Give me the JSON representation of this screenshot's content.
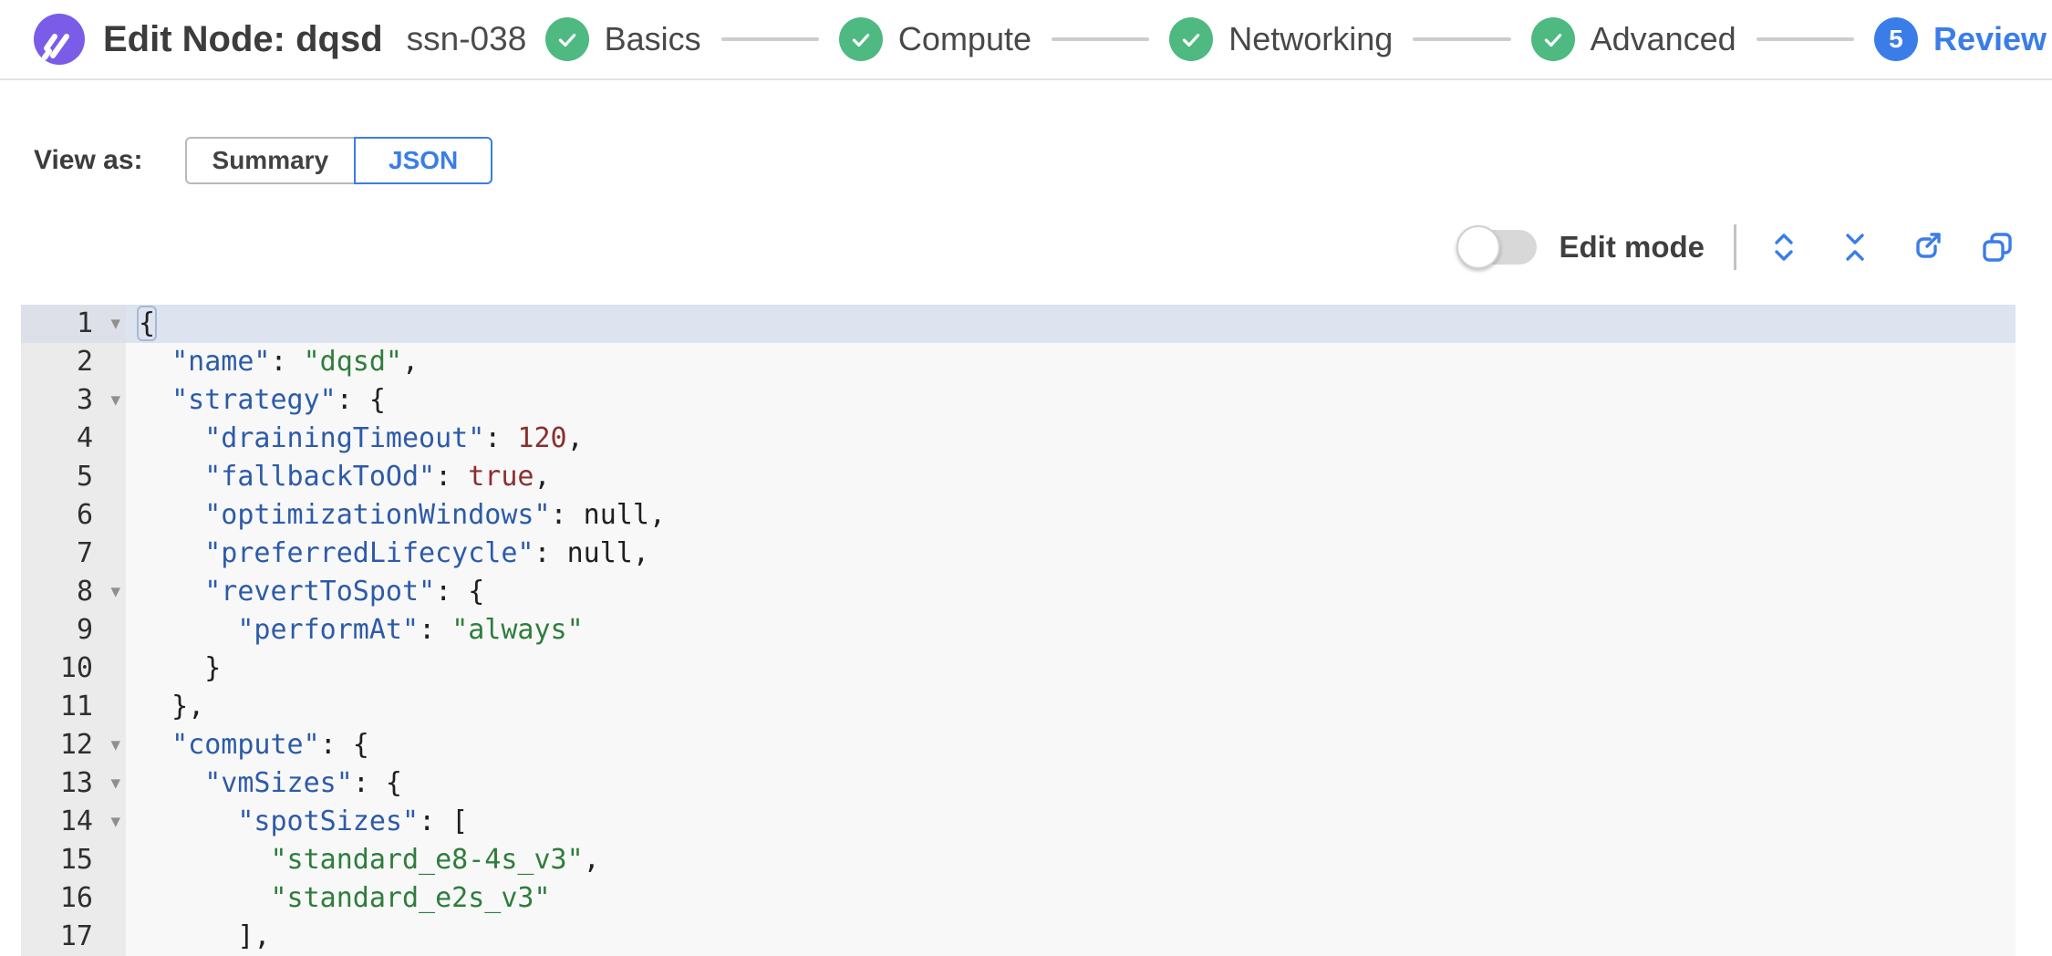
{
  "header": {
    "title": "Edit Node: dqsd",
    "subtitle": "ssn-038",
    "steps": [
      {
        "label": "Basics",
        "state": "complete"
      },
      {
        "label": "Compute",
        "state": "complete"
      },
      {
        "label": "Networking",
        "state": "complete"
      },
      {
        "label": "Advanced",
        "state": "complete"
      },
      {
        "label": "Review",
        "state": "active",
        "number": "5"
      }
    ]
  },
  "view_as": {
    "label": "View as:",
    "options": [
      {
        "label": "Summary",
        "active": false
      },
      {
        "label": "JSON",
        "active": true
      }
    ]
  },
  "toolbar": {
    "edit_mode_label": "Edit mode",
    "edit_mode_on": false,
    "icons": [
      "expand-all",
      "collapse-all",
      "export",
      "copy"
    ]
  },
  "colors": {
    "accent_blue": "#3b7de8",
    "step_green": "#4eb981",
    "logo_purple": "#7a5ce8",
    "syntax_key": "#2d5ba9",
    "syntax_string": "#2f7d3c",
    "syntax_number": "#8b2f2f"
  },
  "editor": {
    "active_line": 1,
    "lines": [
      {
        "num": 1,
        "fold": true,
        "active": true,
        "indent": 0,
        "tokens": [
          {
            "c": "brk",
            "v": "{"
          }
        ]
      },
      {
        "num": 2,
        "fold": false,
        "active": false,
        "indent": 1,
        "tokens": [
          {
            "c": "key",
            "v": "\"name\""
          },
          {
            "c": "pun",
            "v": ": "
          },
          {
            "c": "str",
            "v": "\"dqsd\""
          },
          {
            "c": "pun",
            "v": ","
          }
        ]
      },
      {
        "num": 3,
        "fold": true,
        "active": false,
        "indent": 1,
        "tokens": [
          {
            "c": "key",
            "v": "\"strategy\""
          },
          {
            "c": "pun",
            "v": ": {"
          }
        ]
      },
      {
        "num": 4,
        "fold": false,
        "active": false,
        "indent": 2,
        "tokens": [
          {
            "c": "key",
            "v": "\"drainingTimeout\""
          },
          {
            "c": "pun",
            "v": ": "
          },
          {
            "c": "val",
            "v": "120"
          },
          {
            "c": "pun",
            "v": ","
          }
        ]
      },
      {
        "num": 5,
        "fold": false,
        "active": false,
        "indent": 2,
        "tokens": [
          {
            "c": "key",
            "v": "\"fallbackToOd\""
          },
          {
            "c": "pun",
            "v": ": "
          },
          {
            "c": "val",
            "v": "true"
          },
          {
            "c": "pun",
            "v": ","
          }
        ]
      },
      {
        "num": 6,
        "fold": false,
        "active": false,
        "indent": 2,
        "tokens": [
          {
            "c": "key",
            "v": "\"optimizationWindows\""
          },
          {
            "c": "pun",
            "v": ": "
          },
          {
            "c": "pun",
            "v": "null"
          },
          {
            "c": "pun",
            "v": ","
          }
        ]
      },
      {
        "num": 7,
        "fold": false,
        "active": false,
        "indent": 2,
        "tokens": [
          {
            "c": "key",
            "v": "\"preferredLifecycle\""
          },
          {
            "c": "pun",
            "v": ": "
          },
          {
            "c": "pun",
            "v": "null"
          },
          {
            "c": "pun",
            "v": ","
          }
        ]
      },
      {
        "num": 8,
        "fold": true,
        "active": false,
        "indent": 2,
        "tokens": [
          {
            "c": "key",
            "v": "\"revertToSpot\""
          },
          {
            "c": "pun",
            "v": ": {"
          }
        ]
      },
      {
        "num": 9,
        "fold": false,
        "active": false,
        "indent": 3,
        "tokens": [
          {
            "c": "key",
            "v": "\"performAt\""
          },
          {
            "c": "pun",
            "v": ": "
          },
          {
            "c": "str",
            "v": "\"always\""
          }
        ]
      },
      {
        "num": 10,
        "fold": false,
        "active": false,
        "indent": 2,
        "tokens": [
          {
            "c": "pun",
            "v": "}"
          }
        ]
      },
      {
        "num": 11,
        "fold": false,
        "active": false,
        "indent": 1,
        "tokens": [
          {
            "c": "pun",
            "v": "},"
          }
        ]
      },
      {
        "num": 12,
        "fold": true,
        "active": false,
        "indent": 1,
        "tokens": [
          {
            "c": "key",
            "v": "\"compute\""
          },
          {
            "c": "pun",
            "v": ": {"
          }
        ]
      },
      {
        "num": 13,
        "fold": true,
        "active": false,
        "indent": 2,
        "tokens": [
          {
            "c": "key",
            "v": "\"vmSizes\""
          },
          {
            "c": "pun",
            "v": ": {"
          }
        ]
      },
      {
        "num": 14,
        "fold": true,
        "active": false,
        "indent": 3,
        "tokens": [
          {
            "c": "key",
            "v": "\"spotSizes\""
          },
          {
            "c": "pun",
            "v": ": ["
          }
        ]
      },
      {
        "num": 15,
        "fold": false,
        "active": false,
        "indent": 4,
        "tokens": [
          {
            "c": "str",
            "v": "\"standard_e8-4s_v3\""
          },
          {
            "c": "pun",
            "v": ","
          }
        ]
      },
      {
        "num": 16,
        "fold": false,
        "active": false,
        "indent": 4,
        "tokens": [
          {
            "c": "str",
            "v": "\"standard_e2s_v3\""
          }
        ]
      },
      {
        "num": 17,
        "fold": false,
        "active": false,
        "indent": 3,
        "tokens": [
          {
            "c": "pun",
            "v": "],"
          }
        ]
      }
    ]
  }
}
